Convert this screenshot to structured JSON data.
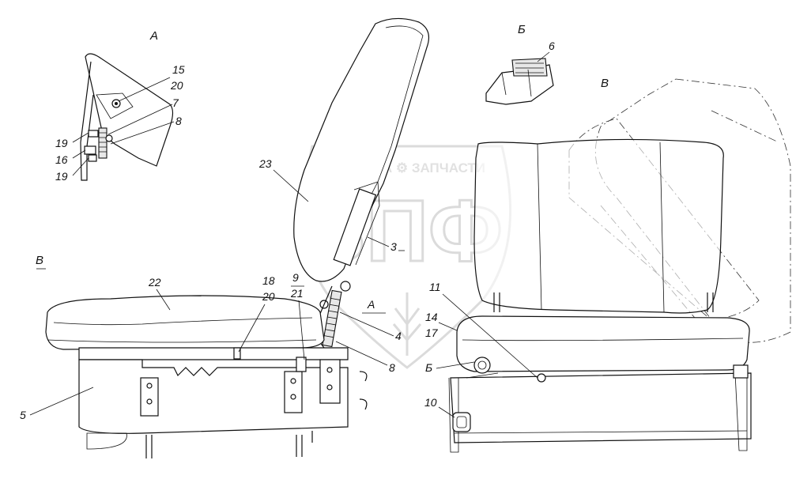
{
  "watermark": {
    "company_text": "ТЕХНИКА ⚙ ЗАПЧАСТИ",
    "logo_text": "ЗПФ"
  },
  "views": {
    "view_a": "А",
    "view_b": "Б",
    "view_v_right": "В",
    "view_v_left": "В"
  },
  "labels": {
    "l15": "15",
    "l20a": "20",
    "l7": "7",
    "l8a": "8",
    "l19a": "19",
    "l16": "16",
    "l19b": "19",
    "l23": "23",
    "l3": "3",
    "l22": "22",
    "l18": "18",
    "l20b": "20",
    "l9": "9",
    "l21": "21",
    "lA": "А",
    "l4": "4",
    "l8b": "8",
    "l5": "5",
    "l6": "6",
    "l11": "11",
    "l14": "14",
    "l17": "17",
    "lB": "Б",
    "l10": "10"
  }
}
